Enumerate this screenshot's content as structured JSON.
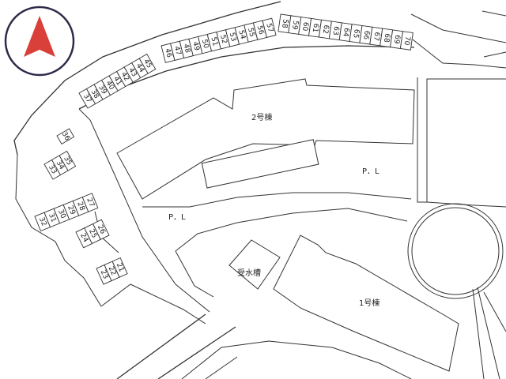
{
  "compass": {
    "icon": "north-arrow-icon",
    "color": "#d9403a",
    "ring_color": "#2f2a4a"
  },
  "labels": {
    "building_2": "2号棟",
    "building_1": "1号棟",
    "water_tank": "受水槽",
    "parking_lot_upper": "P．L",
    "parking_lot_lower": "P．L"
  },
  "parking": {
    "row_top_right": [
      "58",
      "59",
      "60",
      "61",
      "62",
      "63",
      "64",
      "65",
      "66",
      "67",
      "68",
      "69",
      "70"
    ],
    "row_top_mid": [
      "46",
      "47",
      "48",
      "49",
      "50",
      "51",
      "52",
      "53",
      "54",
      "55",
      "56",
      "57"
    ],
    "row_top_left": [
      "37",
      "38",
      "39",
      "40",
      "41",
      "42",
      "43",
      "44",
      "45"
    ],
    "single": [
      "36"
    ],
    "row_left_a": [
      "33",
      "34",
      "35"
    ],
    "row_left_b": [
      "32",
      "31",
      "30",
      "29",
      "28",
      "27"
    ],
    "row_left_c": [
      "24",
      "25",
      "26"
    ],
    "row_left_d": [
      "23",
      "22",
      "21"
    ]
  }
}
